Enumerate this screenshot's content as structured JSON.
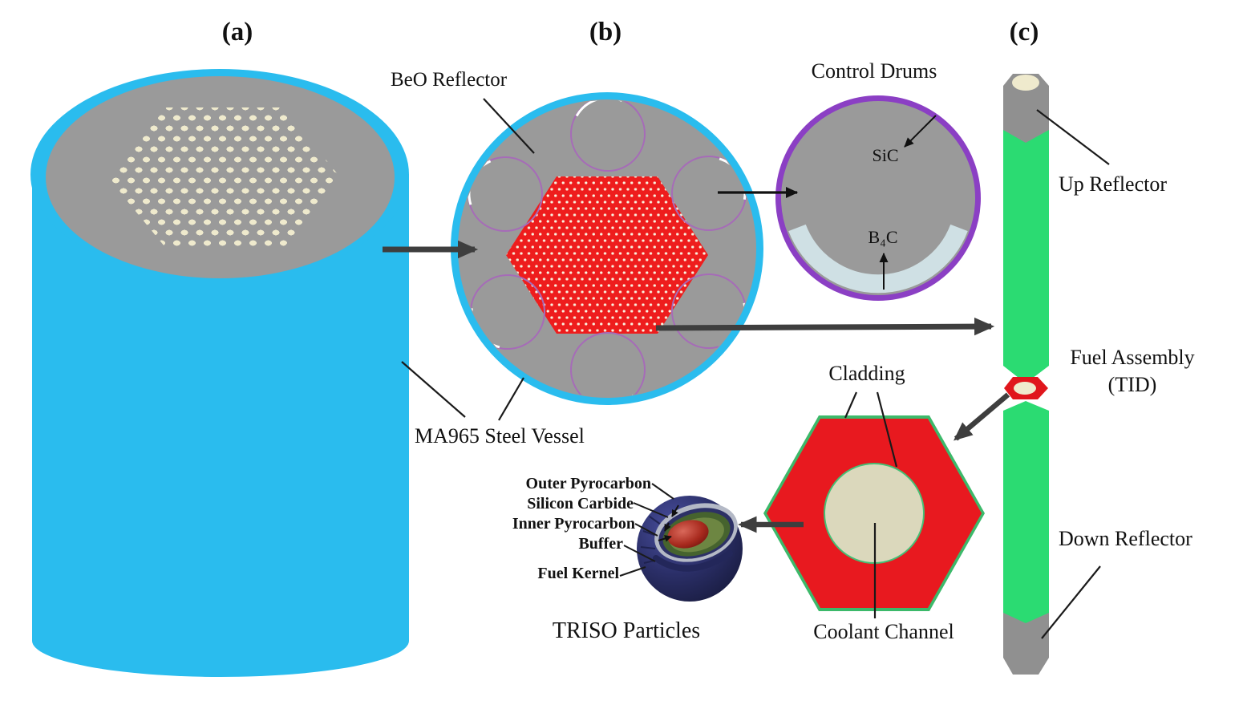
{
  "figure": {
    "panel_labels": {
      "a": "(a)",
      "b": "(b)",
      "c": "(c)"
    }
  },
  "annotations": {
    "beo_reflector": "BeO Reflector",
    "ma965_steel_vessel": "MA965 Steel Vessel",
    "control_drums": "Control Drums",
    "sic": "SiC",
    "b4c": "B₄C",
    "up_reflector": "Up Reflector",
    "fuel_assembly_line1": "Fuel Assembly",
    "fuel_assembly_line2": "(TID)",
    "down_reflector": "Down Reflector",
    "cladding": "Cladding",
    "coolant_channel": "Coolant Channel",
    "triso_caption": "TRISO Particles",
    "triso_layers": {
      "outer_pyrocarbon": "Outer Pyrocarbon",
      "silicon_carbide": "Silicon Carbide",
      "inner_pyrocarbon": "Inner Pyrocarbon",
      "buffer": "Buffer",
      "fuel_kernel": "Fuel Kernel"
    }
  },
  "colors": {
    "vessel_blue": "#2ABCEE",
    "reflector_gray": "#9A9A9A",
    "core_red": "#EE1D1D",
    "fuel_green": "#2BDB72",
    "drum_detail_purple": "#8B3FC4",
    "drum_ring_purple": "#A66BB8",
    "absorber_pale": "#CFE0E4",
    "coolant_cream": "#DBD8BC",
    "channel_dot_cream": "#EFEACD",
    "triso_navy": "#272B5E",
    "arrow_dark": "#3E3E3E"
  }
}
